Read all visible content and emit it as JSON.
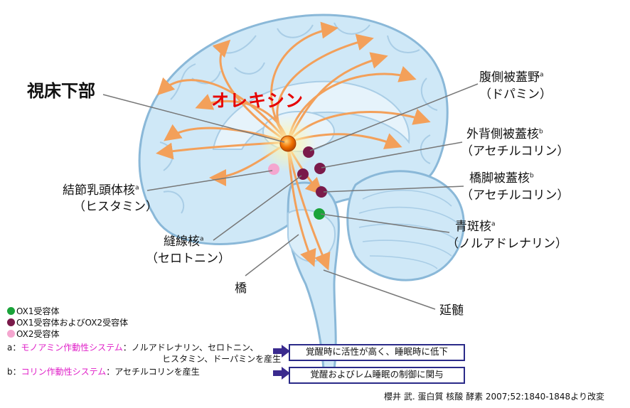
{
  "title": "オレキシン",
  "regions": {
    "hypothalamus": "視床下部",
    "pons": "橋",
    "medulla": "延髄"
  },
  "nuclei": {
    "vta": {
      "name": "腹側被蓋野",
      "sup": "a",
      "nt": "（ドパミン）"
    },
    "ldt": {
      "name": "外背側被蓋核",
      "sup": "b",
      "nt": "（アセチルコリン）"
    },
    "ppt": {
      "name": "橋脚被蓋核",
      "sup": "b",
      "nt": "（アセチルコリン）"
    },
    "lc": {
      "name": "青斑核",
      "sup": "a",
      "nt": "（ノルアドレナリン）"
    },
    "tmn": {
      "name": "結節乳頭体核",
      "sup": "a",
      "nt": "（ヒスタミン）"
    },
    "raphe": {
      "name": "縫線核",
      "sup": "a",
      "nt": "（セロトニン）"
    }
  },
  "legend": [
    {
      "color": "#1aa33a",
      "label": "OX1受容体"
    },
    {
      "color": "#7a1a4a",
      "label": "OX1受容体およびOX2受容体"
    },
    {
      "color": "#f4a6cf",
      "label": "OX2受容体"
    }
  ],
  "notes": {
    "a_prefix": "a：",
    "a_system": "モノアミン作動性システム",
    "a_text_1": "：ノルアドレナリン、セロトニン、",
    "a_text_2": "ヒスタミン、ドーパミンを産生",
    "b_prefix": "b：",
    "b_system": "コリン作動性システム",
    "b_text": "：アセチルコリンを産生"
  },
  "boxes": {
    "box_a": "覚醒時に活性が高く、睡眠時に低下",
    "box_b": "覚醒およびレム睡眠の制御に関与"
  },
  "citation": "櫻井 武. 蛋白質 核酸 酵素 2007;52:1840-1848より改変",
  "colors": {
    "brain_fill": "#cfe8f7",
    "brain_outline": "#8ab8d8",
    "projection": "#f3a05a",
    "orexin_node": "#f07000",
    "ox1ox2": "#7a1a4a",
    "ox1": "#1aa33a",
    "ox2": "#f4a6cf",
    "box_border": "#2a2a88",
    "arrow": "#3a2a8e"
  }
}
